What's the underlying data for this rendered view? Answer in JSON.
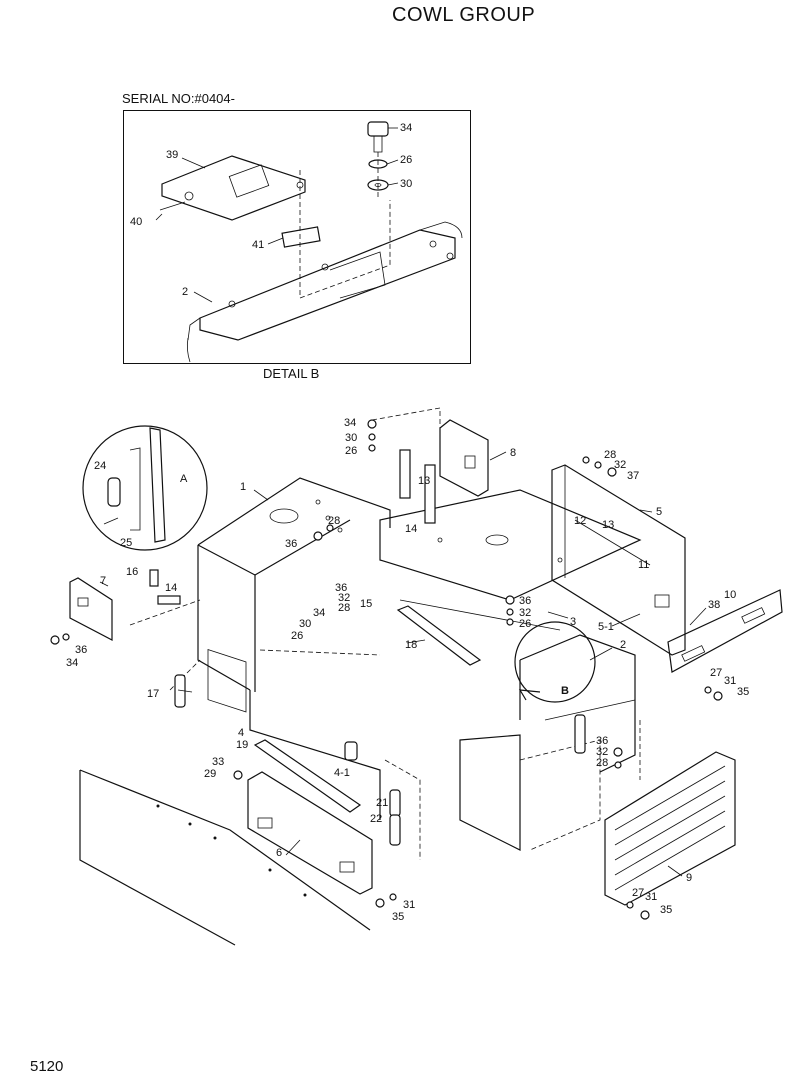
{
  "title": "COWL GROUP",
  "serial": "SERIAL NO:#0404-",
  "detail_label": "DETAIL B",
  "page_number": "5120",
  "view_a_label": "A",
  "view_b_label": "B",
  "detail_callouts": {
    "c34": "34",
    "c26": "26",
    "c30": "30",
    "c39": "39",
    "c40": "40",
    "c41": "41",
    "c2": "2"
  },
  "callouts": {
    "c34a": "34",
    "c30a": "30",
    "c26a": "26",
    "c8": "8",
    "c28a": "28",
    "c32a": "32",
    "c37": "37",
    "c5": "5",
    "c24": "24",
    "c25": "25",
    "c1": "1",
    "c13a": "13",
    "c14a": "14",
    "c28b": "28",
    "c36a": "36",
    "c12": "12",
    "c13b": "13",
    "c11": "11",
    "c16": "16",
    "c14b": "14",
    "c36b": "36",
    "c32b": "32",
    "c28c": "28",
    "c15": "15",
    "c34b": "34",
    "c30b": "30",
    "c26b": "26",
    "c36c": "36",
    "c32c": "32",
    "c26c": "26",
    "c3": "3",
    "c5_1": "5-1",
    "c38": "38",
    "c10": "10",
    "c7": "7",
    "c36d": "36",
    "c34c": "34",
    "c18": "18",
    "c2": "2",
    "c27a": "27",
    "c31a": "31",
    "c35a": "35",
    "c17": "17",
    "c4": "4",
    "c19": "19",
    "c4_1": "4-1",
    "c36e": "36",
    "c32d": "32",
    "c28d": "28",
    "c33": "33",
    "c29": "29",
    "c21": "21",
    "c22": "22",
    "c6": "6",
    "c9": "9",
    "c31b": "31",
    "c35b": "35",
    "c27b": "27",
    "c31c": "31",
    "c35c": "35"
  }
}
